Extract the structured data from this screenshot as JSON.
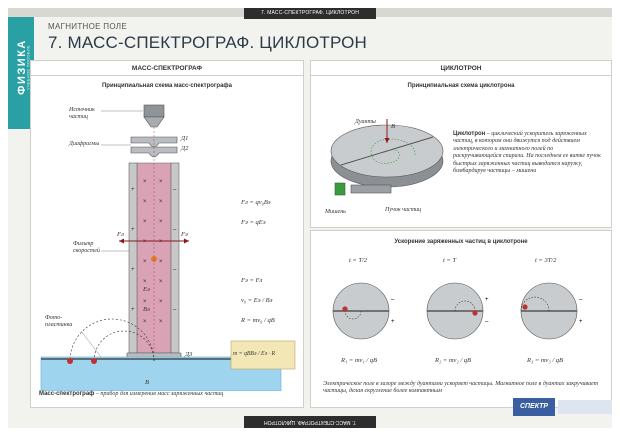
{
  "header": {
    "supertitle": "МАГНИТНОЕ ПОЛЕ",
    "title": "7. МАСС-СПЕКТРОГРАФ. ЦИКЛОТРОН",
    "top_tab": "7. МАСС-СПЕКТРОГРАФ. ЦИКЛОТРОН",
    "bottom_tab": "7. МАСС-СПЕКТРОГРАФ. ЦИКЛОТРОН"
  },
  "side_band": {
    "subject": "ФИЗИКА",
    "subtitle": "УЧЕБНОЕ ПОСОБИЕ"
  },
  "colors": {
    "accent": "#28a0a4",
    "title": "#2c3a48",
    "tube": "#d9a2b5",
    "liquid": "#9ed4ee",
    "vector": "#8a1a1a"
  },
  "spectrograph": {
    "panel_title": "МАСС-СПЕКТРОГРАФ",
    "scheme_title": "Принципиальная схема масс-спектрографа",
    "labels": {
      "source": "Источник частиц",
      "diaphragms": "Диафрагмы",
      "filter": "Фильтр скоростей",
      "plate": "Фото-пластинка",
      "d1": "Д1",
      "d2": "Д2",
      "d3": "Д3",
      "fl": "Fл",
      "fe": "Fэ",
      "e0": "Eэ",
      "b0": "Bэ",
      "b": "B",
      "v": "v",
      "r": "R"
    },
    "formulas": {
      "f1": "Fл = qv₀Bэ",
      "f2": "Fэ = qEэ",
      "f3": "Fэ = Fл",
      "f4": "v₀ = Eэ / Bэ",
      "f5": "R = mv₀ / qB",
      "f6": "m = qBBэ / Eэ · R"
    },
    "caption_term": "Масс-спектрограф",
    "caption_text": " – прибор для измерения масс заряженных частиц"
  },
  "cyclotron": {
    "panel_title": "ЦИКЛОТРОН",
    "scheme_title": "Принципиальная схема циклотрона",
    "labels": {
      "dees": "Дуанты",
      "target": "Мишень",
      "beam": "Пучок частиц",
      "b": "B"
    },
    "definition_term": "Циклотрон",
    "definition_text": " – циклический ускоритель заряженных частиц, в котором они движутся под действием электрического и магнитного полей по раскручивающейся спирали. На последнем ее витке пучок быстрых заряженных частиц выводится наружу, бомбардируя частицы – мишени",
    "acceleration_title": "Ускорение заряженных частиц в циклотроне",
    "stages": [
      {
        "time": "t = T/2",
        "radius": "R₁ = mv₁ / qB"
      },
      {
        "time": "t = T",
        "radius": "R₂ = mv₂ / qB"
      },
      {
        "time": "t = 3T/2",
        "radius": "R₃ = mv₃ / qB"
      }
    ],
    "bottom_text": "Электрическое поле в зазоре между дуантами ускоряет частицы. Магнитное поле в дуантах закручивает частицы, делая скругление более компактным"
  },
  "logo": {
    "text": "СПЕКТР"
  }
}
